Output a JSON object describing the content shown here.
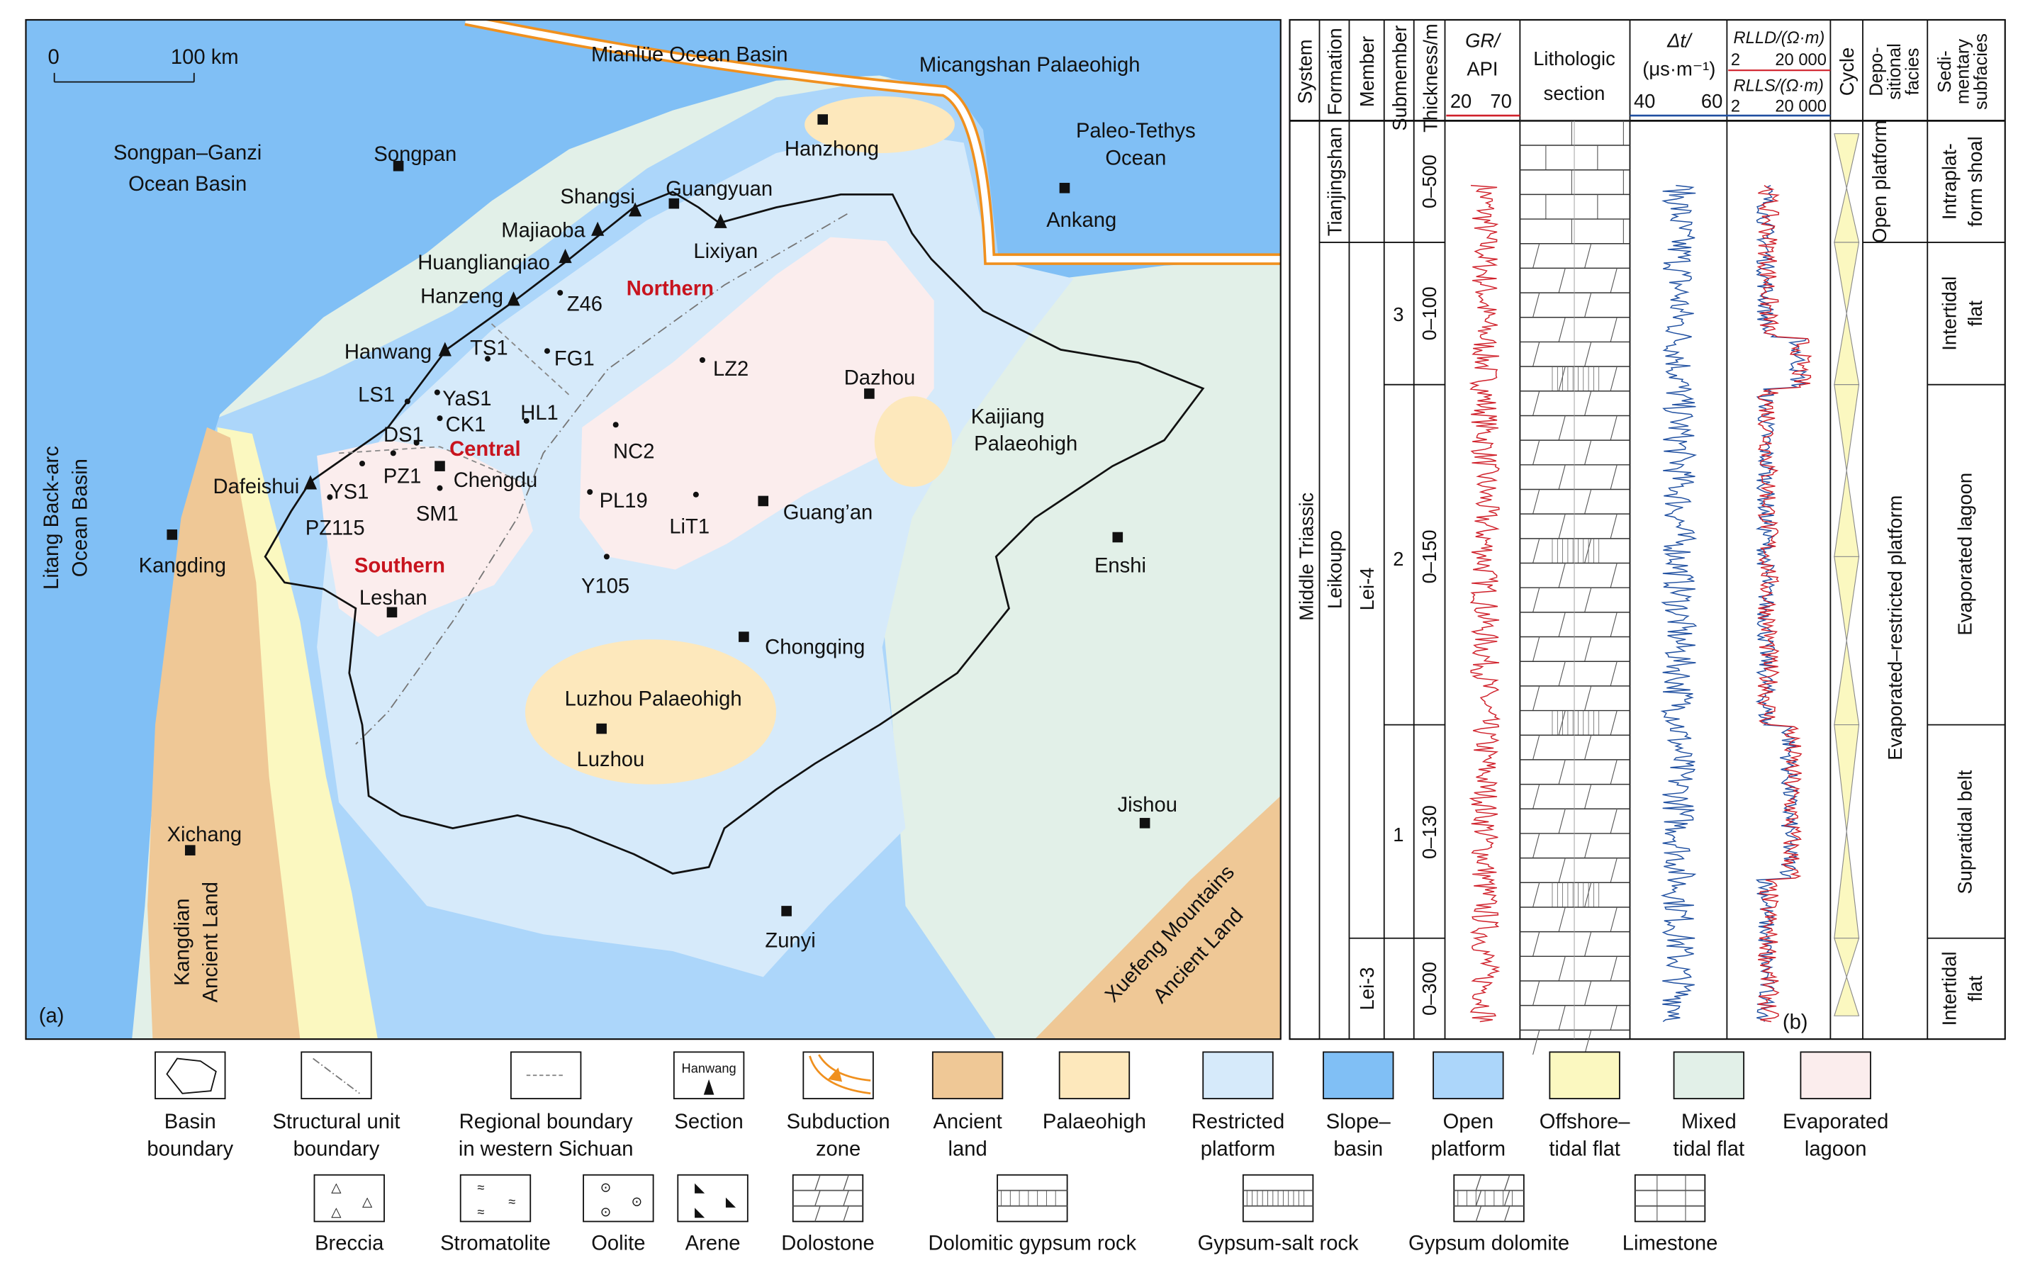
{
  "panel_a": {
    "tag": "(a)",
    "scale": {
      "zero": "0",
      "end": "100 km"
    },
    "labels": {
      "mianlue": "Mianlüe Ocean Basin",
      "micangshan": "Micangshan Palaeohigh",
      "songpan_ganzi_1": "Songpan–Ganzi",
      "songpan_ganzi_2": "Ocean Basin",
      "songpan": "Songpan",
      "hanzhong": "Hanzhong",
      "paleotethys_1": "Paleo-Tethys",
      "paleotethys_2": "Ocean",
      "ankang": "Ankang",
      "shangsi": "Shangsi",
      "guangyuan": "Guangyuan",
      "majiaoba": "Majiaoba",
      "lixiyan": "Lixiyan",
      "huanglianqiao": "Huanglianqiao",
      "northern": "Northern",
      "hanzeng": "Hanzeng",
      "z46": "Z46",
      "hanwang": "Hanwang",
      "ts1": "TS1",
      "fg1": "FG1",
      "lz2": "LZ2",
      "dazhou": "Dazhou",
      "ls1": "LS1",
      "yas1": "YaS1",
      "hl1": "HL1",
      "ck1": "CK1",
      "kaijiang_1": "Kaijiang",
      "kaijiang_2": "Palaeohigh",
      "ds1": "DS1",
      "central": "Central",
      "nc2": "NC2",
      "pz1": "PZ1",
      "chengdu": "Chengdu",
      "dafeishui": "Dafeishui",
      "ys1": "YS1",
      "pl19": "PL19",
      "lit1": "LiT1",
      "sm1": "SM1",
      "guangan": "Guang’an",
      "pz115": "PZ115",
      "kangding": "Kangding",
      "southern": "Southern",
      "enshi": "Enshi",
      "y105": "Y105",
      "leshan": "Leshan",
      "chongqing": "Chongqing",
      "luzhou_high": "Luzhou Palaeohigh",
      "luzhou": "Luzhou",
      "jishou": "Jishou",
      "xichang": "Xichang",
      "zunyi": "Zunyi",
      "litang_1": "Litang Back-arc",
      "litang_2": "Ocean Basin",
      "kangdian_1": "Kangdian",
      "kangdian_2": "Ancient Land",
      "xuefeng_1": "Xuefeng Mountains",
      "xuefeng_2": "Ancient Land"
    },
    "colors": {
      "ancient_land": "#efc896",
      "palaeohigh": "#fde8bc",
      "restricted_platform": "#d6eafa",
      "slope_basin": "#80bff5",
      "open_platform": "#acd6fa",
      "offshore_tidal_flat": "#fbf8c0",
      "mixed_tidal_flat": "#e2f0e8",
      "evaporated_lagoon": "#fbeded",
      "subduction": "#f0901e"
    }
  },
  "panel_b": {
    "tag": "(b)",
    "headers": {
      "system": "System",
      "formation": "Formation",
      "member": "Member",
      "submember": "Submember",
      "thickness": "Thickness/m",
      "gr_1": "GR/",
      "gr_2": "API",
      "gr_min": "20",
      "gr_max": "70",
      "litho_1": "Lithologic",
      "litho_2": "section",
      "dt_1": "Δt/",
      "dt_2": "(μs·m⁻¹)",
      "dt_min": "40",
      "dt_max": "60",
      "rlld": "RLLD/(Ω·m)",
      "rlls": "RLLS/(Ω·m)",
      "r_min": "2",
      "r_max": "20 000",
      "cycle": "Cycle",
      "dep_1": "Depo-",
      "dep_2": "sitional",
      "dep_3": "facies",
      "sub_1": "Sedi-",
      "sub_2": "mentary",
      "sub_3": "subfacies"
    },
    "system": "Middle Triassic",
    "formations": [
      "Tianjingshan",
      "Leikoupo"
    ],
    "members": [
      "Lei-4",
      "Lei-3"
    ],
    "submembers": [
      "3",
      "2",
      "1"
    ],
    "thickness": [
      "0–500",
      "0–100",
      "0–150",
      "0–130",
      "0–300"
    ],
    "depositional_facies": [
      "Open platform",
      "Evaporated–restricted platform"
    ],
    "subfacies": [
      "Intraplat-",
      "form shoal",
      "Intertidal",
      "flat",
      "Evaporated lagoon",
      "Supratidal belt",
      "Intertidal",
      "flat"
    ]
  },
  "legend": {
    "row1": [
      [
        "Basin",
        "boundary"
      ],
      [
        "Structural unit",
        "boundary"
      ],
      [
        "Regional boundary",
        "in western Sichuan"
      ],
      [
        "Section",
        ""
      ],
      [
        "Subduction",
        "zone"
      ],
      [
        "Ancient",
        "land"
      ],
      [
        "Palaeohigh",
        ""
      ],
      [
        "Restricted",
        "platform"
      ],
      [
        "Slope–",
        "basin"
      ],
      [
        "Open",
        "platform"
      ],
      [
        "Offshore–",
        "tidal flat"
      ],
      [
        "Mixed",
        "tidal flat"
      ],
      [
        "Evaporated",
        "lagoon"
      ]
    ],
    "section_sample": "Hanwang",
    "row2": [
      "Breccia",
      "Stromatolite",
      "Oolite",
      "Arene",
      "Dolostone",
      "Dolomitic gypsum rock",
      "Gypsum-salt rock",
      "Gypsum dolomite",
      "Limestone"
    ]
  }
}
